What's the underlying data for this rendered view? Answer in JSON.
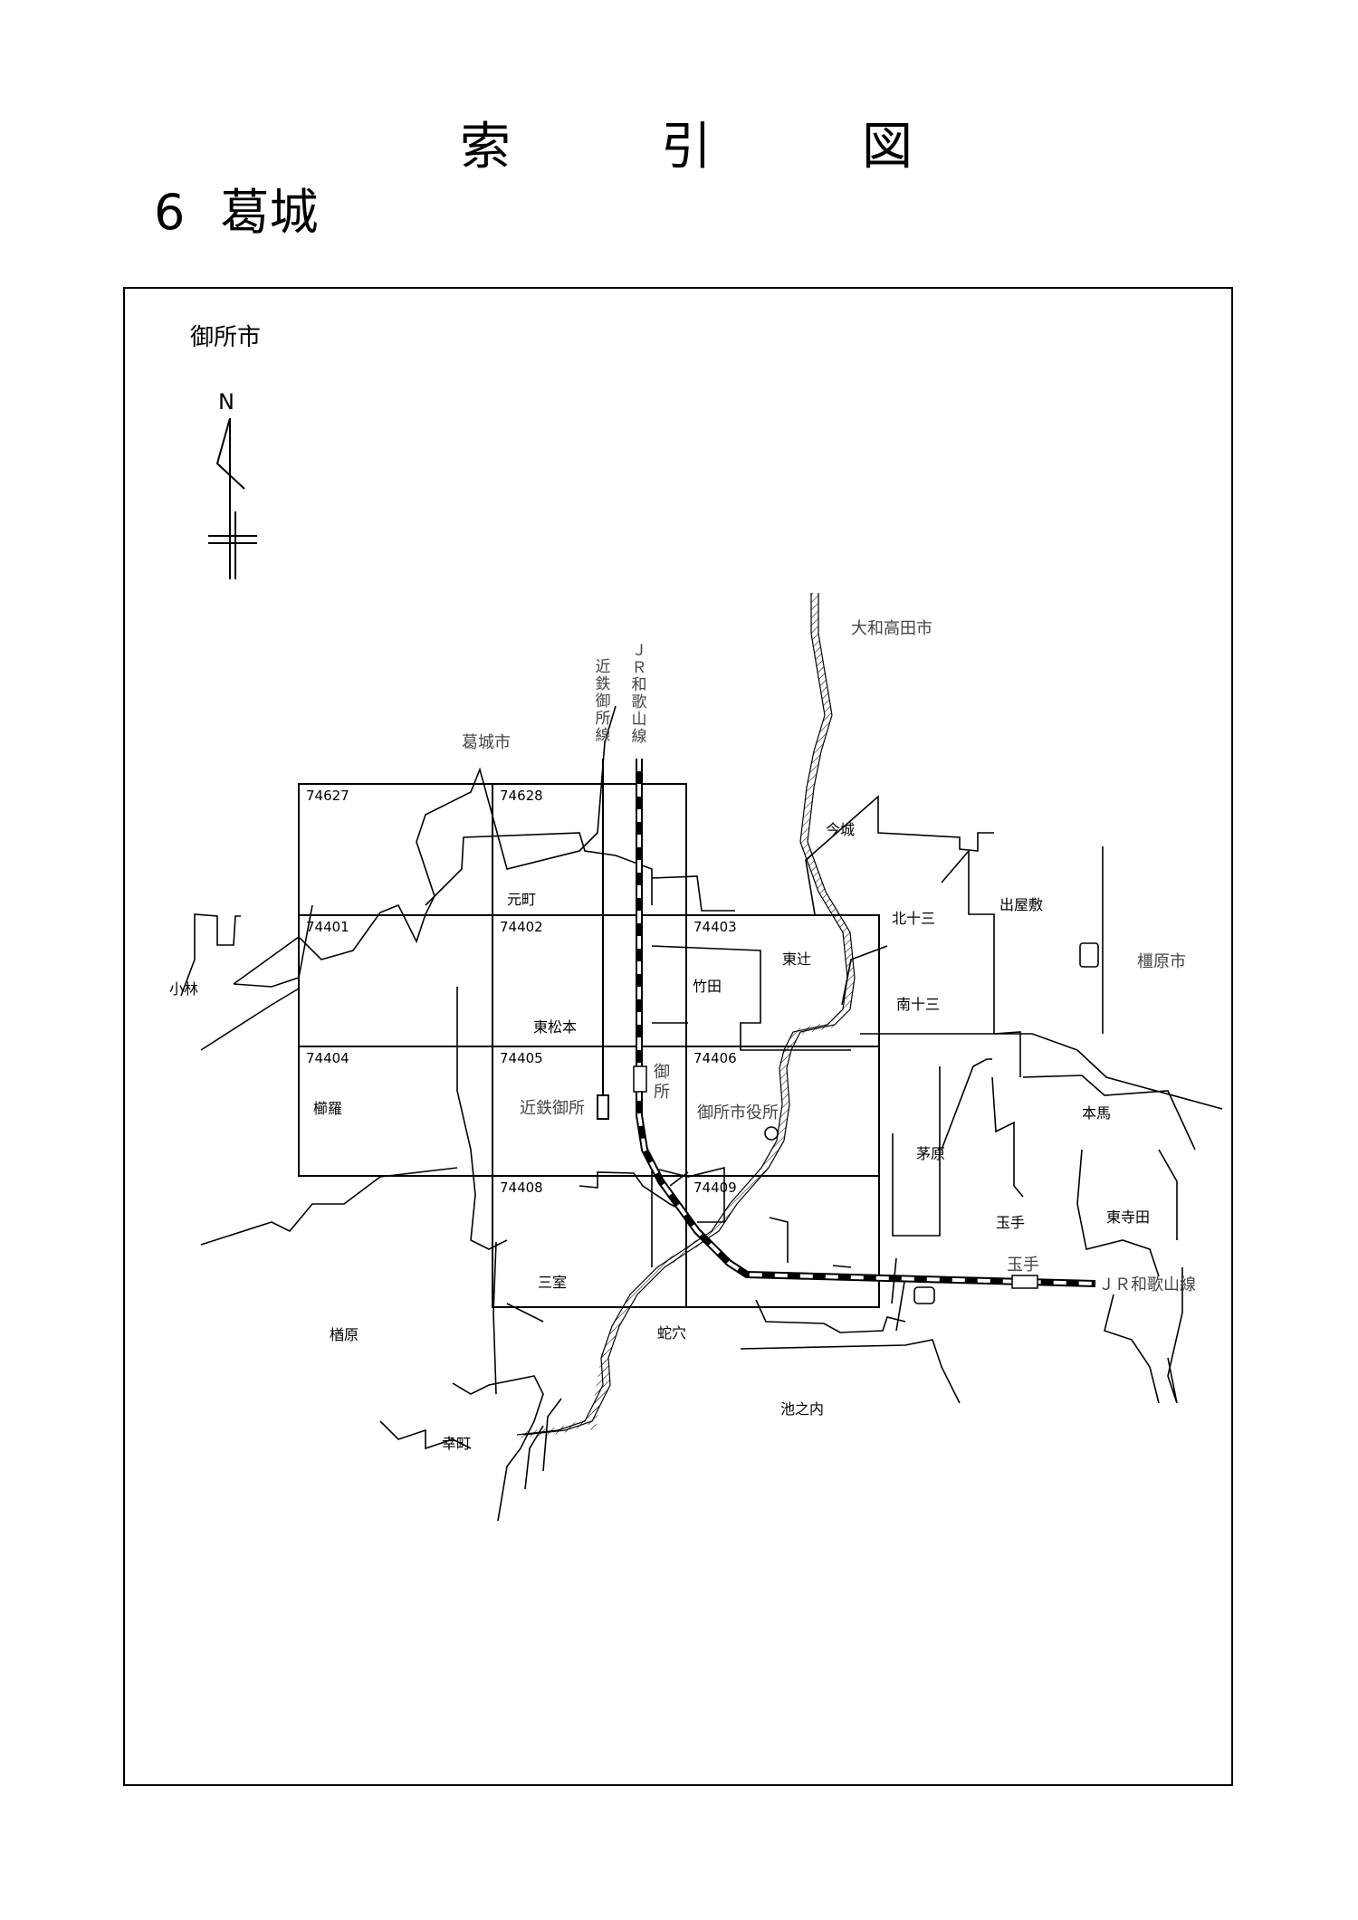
{
  "header": {
    "title_chars": [
      "索",
      "引",
      "図"
    ],
    "number": "6",
    "region": "葛城"
  },
  "city": "御所市",
  "north_label": "N",
  "grid_cells": [
    {
      "id": "74627"
    },
    {
      "id": "74628"
    },
    {
      "id": "74401"
    },
    {
      "id": "74402"
    },
    {
      "id": "74403"
    },
    {
      "id": "74404"
    },
    {
      "id": "74405"
    },
    {
      "id": "74406"
    },
    {
      "id": "74408"
    },
    {
      "id": "74409"
    }
  ],
  "neighbor_cities": {
    "yamatotakada": "大和高田市",
    "katsuragi": "葛城市",
    "kashihara": "橿原市"
  },
  "rail_labels": {
    "kintetsu": "近鉄御所線",
    "jr_vertical": "ＪＲ和歌山線",
    "jr_horizontal": "ＪＲ和歌山線"
  },
  "stations": {
    "kintetsu_gose": "近鉄御所",
    "gose": "御所",
    "tamade": "玉手"
  },
  "landmarks": {
    "city_office": "御所市役所"
  },
  "places": {
    "imaki": "今城",
    "kitajuzo": "北十三",
    "minamijuzo": "南十三",
    "dewayashiki": "出屋敷",
    "motomachi": "元町",
    "higashitsuji": "東辻",
    "takeda": "竹田",
    "higashimatsumoto": "東松本",
    "kobayashi": "小林",
    "kushira": "櫛羅",
    "honma": "本馬",
    "chihara": "茅原",
    "tamade": "玉手",
    "higashiteramachi": "東寺田",
    "mimuro": "三室",
    "kashiwara": "楢原",
    "janoana": "蛇穴",
    "ikenouchi": "池之内",
    "komachi": "幸町"
  },
  "colors": {
    "line": "#000000",
    "label_gray": "#444444"
  }
}
